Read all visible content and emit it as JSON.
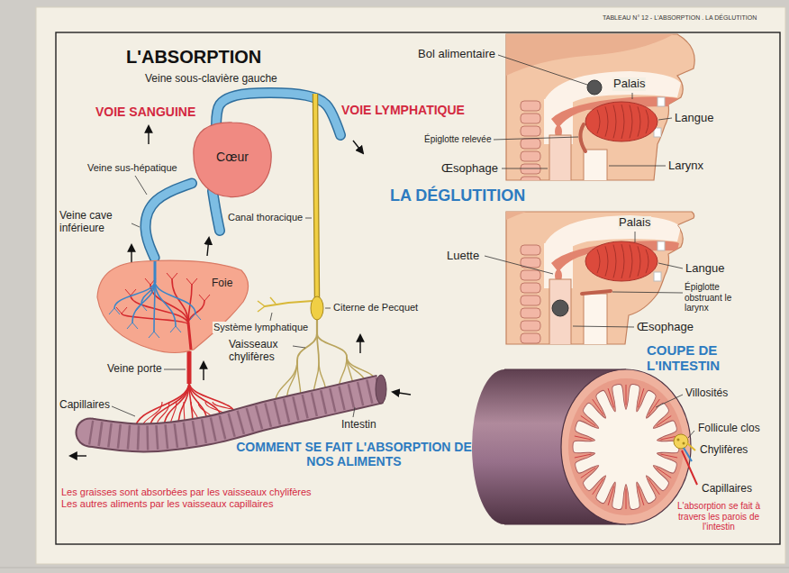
{
  "diagram": {
    "title": "L'ABSORPTION",
    "nodes": [
      {
        "text": [
          "Cœur"
        ]
      },
      {
        "text": [
          "Foie"
        ]
      }
    ],
    "edges": [
      {
        "from": 1,
        "to": 0,
        "arrow": "none"
      }
    ],
    "labels": [
      "TABLEAU N° 12 - L'ABSORPTION . LA DÉGLUTITION",
      "Veine sous-clavière gauche",
      "VOIE SANGUINE",
      "VOIE LYMPHATIQUE",
      "Veine sus-hépatique",
      "Veine cave inférieure",
      "Canal thoracique",
      "Citerne de Pecquet",
      "Système lymphatique",
      "Vaisseaux chylifères",
      "Veine porte",
      "Capillaires",
      "Intestin",
      "COMMENT SE FAIT L'ABSORPTION DE NOS ALIMENTS",
      "Les graisses sont absorbées par les vaisseaux chylifères",
      "Les autres aliments par les vaisseaux capillaires",
      "Bol alimentaire",
      "Palais",
      "Langue",
      "Épiglotte relevée",
      "Œsophage",
      "Larynx",
      "LA DÉGLUTITION",
      "Palais",
      "Luette",
      "Langue",
      "Épiglotte obstruant le larynx",
      "Œsophage",
      "COUPE DE L'INTESTIN",
      "Villosités",
      "Follicule clos",
      "Chylifères",
      "Capillaires",
      "L'absorption se fait à travers les parois de l'intestin"
    ]
  }
}
